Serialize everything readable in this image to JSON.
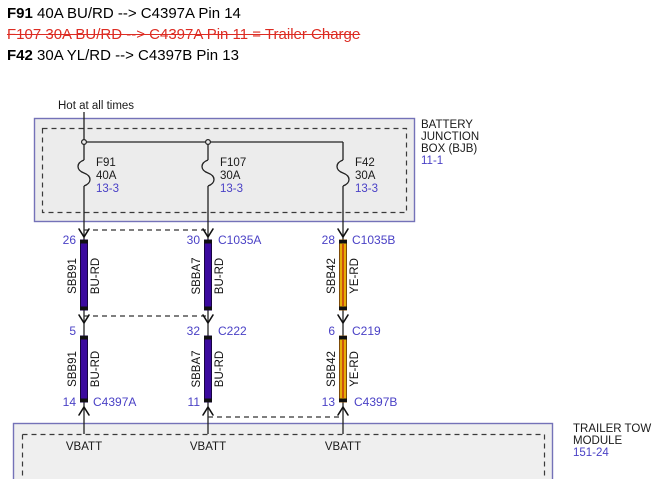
{
  "colors": {
    "box_border": "#7472b8",
    "box_fill": "#ececec",
    "wire_blue_red": "#3b0a9e",
    "wire_yellow": "#e5ad08",
    "wire_yellow_stripe": "#c63310",
    "reference_text": "#4a41c6",
    "strike_text": "#dd2c23"
  },
  "header": {
    "lines": [
      {
        "prefix": "F91",
        "text": " 40A BU/RD --> C4397A Pin 14"
      },
      {
        "prefix": "",
        "text": "F107 30A BU/RD --> C4397A Pin 11 = Trailer Charge"
      },
      {
        "prefix": "F42",
        "text": " 30A YL/RD --> C4397B Pin 13"
      }
    ]
  },
  "diagram": {
    "power_source_label": "Hot at all times",
    "bjb": {
      "name_line1": "BATTERY",
      "name_line2": "JUNCTION",
      "name_line3": "BOX (BJB)",
      "page_ref": "11-1",
      "fuses": [
        {
          "name": "F91",
          "rating": "40A",
          "page_ref": "13-3"
        },
        {
          "name": "F107",
          "rating": "30A",
          "page_ref": "13-3"
        },
        {
          "name": "F42",
          "rating": "30A",
          "page_ref": "13-3"
        }
      ]
    },
    "pin_rows": {
      "row1": {
        "pin1": "26",
        "pin2": "30",
        "conn2": "C1035A",
        "pin3": "28",
        "conn3": "C1035B"
      },
      "row2": {
        "pin1": "5",
        "pin2": "32",
        "conn2": "C222",
        "pin3": "6",
        "conn3": "C219"
      },
      "row3": {
        "pin1": "14",
        "conn1": "C4397A",
        "pin2": "11",
        "pin3": "13",
        "conn3": "C4397B"
      }
    },
    "wires": [
      {
        "circuit": "SBB91",
        "color_code": "BU-RD"
      },
      {
        "circuit": "SBBA7",
        "color_code": "BU-RD"
      },
      {
        "circuit": "SBB42",
        "color_code": "YE-RD"
      }
    ],
    "module": {
      "name_line1": "TRAILER TOW",
      "name_line2": "MODULE",
      "page_ref": "151-24",
      "pin_labels": [
        "VBATT",
        "VBATT",
        "VBATT"
      ]
    }
  }
}
